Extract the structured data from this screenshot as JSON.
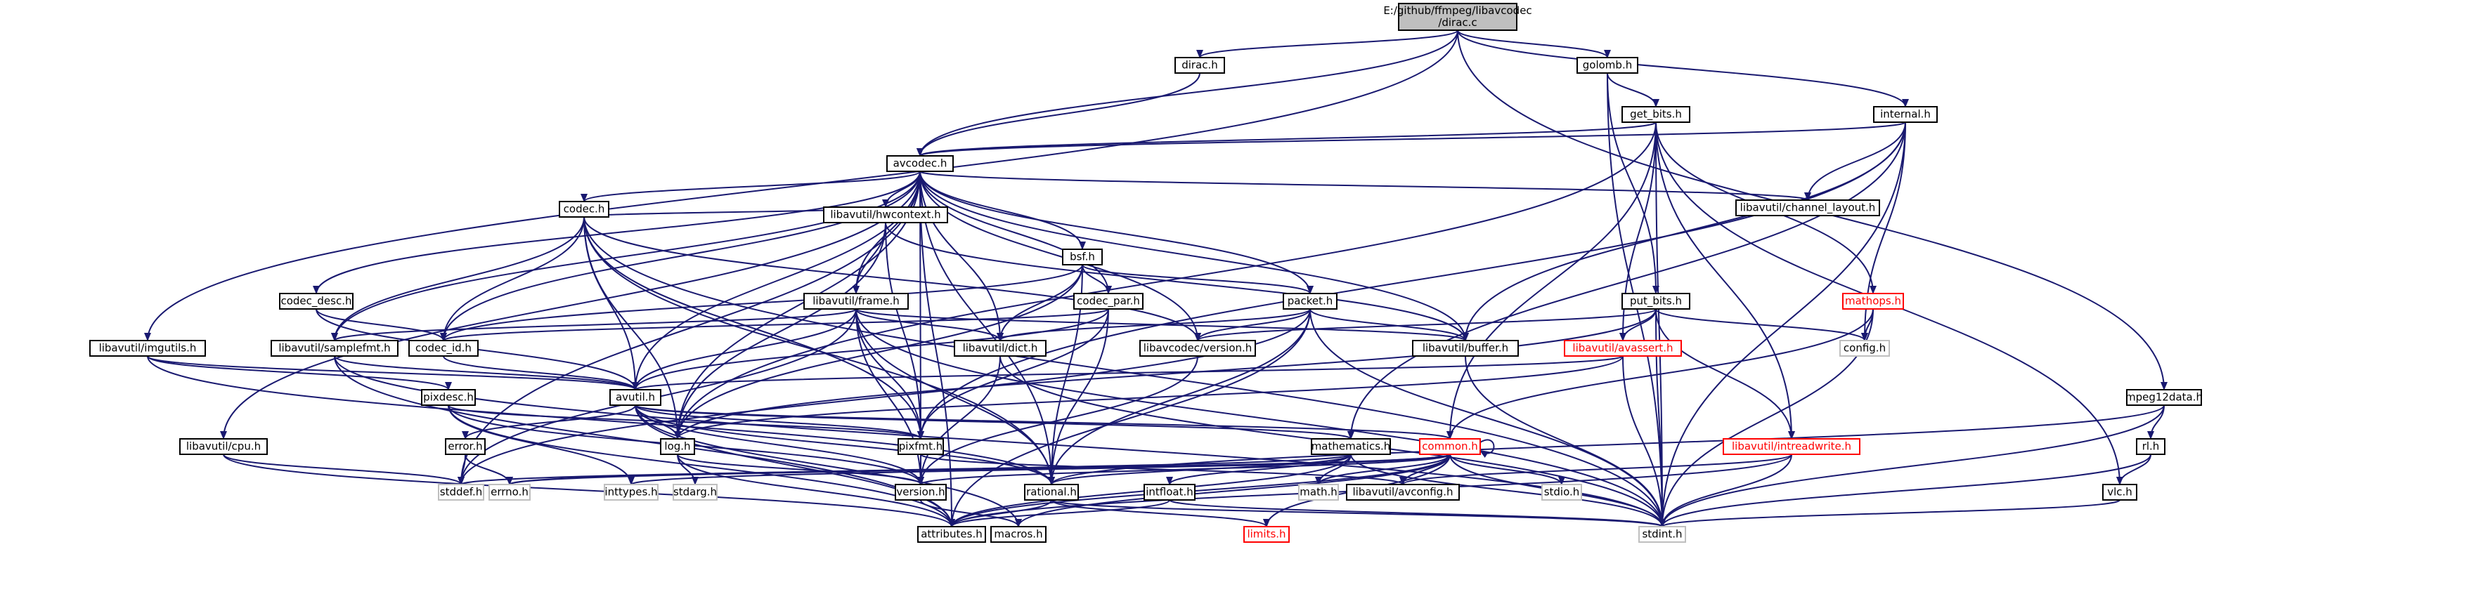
{
  "diagram": {
    "nodes": [
      {
        "id": "root",
        "label": [
          "E:/github/ffmpeg/libavcodec",
          "/dirac.c"
        ],
        "style": "root"
      },
      {
        "id": "dirac_h",
        "label": [
          "dirac.h"
        ],
        "style": "normal"
      },
      {
        "id": "golomb_h",
        "label": [
          "golomb.h"
        ],
        "style": "normal"
      },
      {
        "id": "internal_h",
        "label": [
          "internal.h"
        ],
        "style": "normal"
      },
      {
        "id": "get_bits_h",
        "label": [
          "get_bits.h"
        ],
        "style": "normal"
      },
      {
        "id": "avcodec_h",
        "label": [
          "avcodec.h"
        ],
        "style": "normal"
      },
      {
        "id": "codec_h",
        "label": [
          "codec.h"
        ],
        "style": "normal"
      },
      {
        "id": "hwcontext_h",
        "label": [
          "libavutil/hwcontext.h"
        ],
        "style": "normal"
      },
      {
        "id": "bsf_h",
        "label": [
          "bsf.h"
        ],
        "style": "normal"
      },
      {
        "id": "channel_layout_h",
        "label": [
          "libavutil/channel_layout.h"
        ],
        "style": "normal"
      },
      {
        "id": "codec_desc_h",
        "label": [
          "codec_desc.h"
        ],
        "style": "normal"
      },
      {
        "id": "frame_h",
        "label": [
          "libavutil/frame.h"
        ],
        "style": "normal"
      },
      {
        "id": "codec_par_h",
        "label": [
          "codec_par.h"
        ],
        "style": "normal"
      },
      {
        "id": "packet_h",
        "label": [
          "packet.h"
        ],
        "style": "normal"
      },
      {
        "id": "put_bits_h",
        "label": [
          "put_bits.h"
        ],
        "style": "normal"
      },
      {
        "id": "mathops_h",
        "label": [
          "mathops.h"
        ],
        "style": "trunc"
      },
      {
        "id": "imgutils_h",
        "label": [
          "libavutil/imgutils.h"
        ],
        "style": "normal"
      },
      {
        "id": "samplefmt_h",
        "label": [
          "libavutil/samplefmt.h"
        ],
        "style": "normal"
      },
      {
        "id": "codec_id_h",
        "label": [
          "codec_id.h"
        ],
        "style": "normal"
      },
      {
        "id": "dict_h",
        "label": [
          "libavutil/dict.h"
        ],
        "style": "normal"
      },
      {
        "id": "lavc_version_h",
        "label": [
          "libavcodec/version.h"
        ],
        "style": "normal"
      },
      {
        "id": "buffer_h",
        "label": [
          "libavutil/buffer.h"
        ],
        "style": "normal"
      },
      {
        "id": "avassert_h",
        "label": [
          "libavutil/avassert.h"
        ],
        "style": "trunc"
      },
      {
        "id": "config_h",
        "label": [
          "config.h"
        ],
        "style": "ext"
      },
      {
        "id": "avutil_h",
        "label": [
          "avutil.h"
        ],
        "style": "normal"
      },
      {
        "id": "pixdesc_h",
        "label": [
          "pixdesc.h"
        ],
        "style": "normal"
      },
      {
        "id": "mpeg12data_h",
        "label": [
          "mpeg12data.h"
        ],
        "style": "normal"
      },
      {
        "id": "cpu_h",
        "label": [
          "libavutil/cpu.h"
        ],
        "style": "normal"
      },
      {
        "id": "error_h",
        "label": [
          "error.h"
        ],
        "style": "normal"
      },
      {
        "id": "log_h",
        "label": [
          "log.h"
        ],
        "style": "normal"
      },
      {
        "id": "pixfmt_h",
        "label": [
          "pixfmt.h"
        ],
        "style": "normal"
      },
      {
        "id": "mathematics_h",
        "label": [
          "mathematics.h"
        ],
        "style": "normal"
      },
      {
        "id": "common_h",
        "label": [
          "common.h"
        ],
        "style": "trunc"
      },
      {
        "id": "intreadwrite_h",
        "label": [
          "libavutil/intreadwrite.h"
        ],
        "style": "trunc"
      },
      {
        "id": "rl_h",
        "label": [
          "rl.h"
        ],
        "style": "normal"
      },
      {
        "id": "stddef_h",
        "label": [
          "stddef.h"
        ],
        "style": "ext"
      },
      {
        "id": "errno_h",
        "label": [
          "errno.h"
        ],
        "style": "ext"
      },
      {
        "id": "inttypes_h",
        "label": [
          "inttypes.h"
        ],
        "style": "ext"
      },
      {
        "id": "stdarg_h",
        "label": [
          "stdarg.h"
        ],
        "style": "ext"
      },
      {
        "id": "version_h",
        "label": [
          "version.h"
        ],
        "style": "normal"
      },
      {
        "id": "rational_h",
        "label": [
          "rational.h"
        ],
        "style": "normal"
      },
      {
        "id": "intfloat_h",
        "label": [
          "intfloat.h"
        ],
        "style": "normal"
      },
      {
        "id": "math_h",
        "label": [
          "math.h"
        ],
        "style": "ext"
      },
      {
        "id": "avconfig_h",
        "label": [
          "libavutil/avconfig.h"
        ],
        "style": "normal"
      },
      {
        "id": "stdio_h",
        "label": [
          "stdio.h"
        ],
        "style": "ext"
      },
      {
        "id": "vlc_h",
        "label": [
          "vlc.h"
        ],
        "style": "normal"
      },
      {
        "id": "attributes_h",
        "label": [
          "attributes.h"
        ],
        "style": "normal"
      },
      {
        "id": "macros_h",
        "label": [
          "macros.h"
        ],
        "style": "normal"
      },
      {
        "id": "limits_h",
        "label": [
          "limits.h"
        ],
        "style": "trunc"
      },
      {
        "id": "stdint_h",
        "label": [
          "stdint.h"
        ],
        "style": "ext"
      }
    ],
    "edges": [
      [
        "root",
        "dirac_h"
      ],
      [
        "root",
        "golomb_h"
      ],
      [
        "root",
        "internal_h"
      ],
      [
        "root",
        "avcodec_h"
      ],
      [
        "root",
        "imgutils_h"
      ],
      [
        "root",
        "mpeg12data_h"
      ],
      [
        "dirac_h",
        "avcodec_h"
      ],
      [
        "golomb_h",
        "get_bits_h"
      ],
      [
        "golomb_h",
        "put_bits_h"
      ],
      [
        "golomb_h",
        "stdint_h"
      ],
      [
        "get_bits_h",
        "avcodec_h"
      ],
      [
        "get_bits_h",
        "mathops_h"
      ],
      [
        "get_bits_h",
        "vlc_h"
      ],
      [
        "get_bits_h",
        "intreadwrite_h"
      ],
      [
        "get_bits_h",
        "avassert_h"
      ],
      [
        "get_bits_h",
        "log_h"
      ],
      [
        "get_bits_h",
        "common_h"
      ],
      [
        "get_bits_h",
        "stdint_h"
      ],
      [
        "internal_h",
        "avcodec_h"
      ],
      [
        "internal_h",
        "channel_layout_h"
      ],
      [
        "internal_h",
        "buffer_h"
      ],
      [
        "internal_h",
        "config_h"
      ],
      [
        "internal_h",
        "mathematics_h"
      ],
      [
        "internal_h",
        "pixfmt_h"
      ],
      [
        "internal_h",
        "stdint_h"
      ],
      [
        "avcodec_h",
        "codec_h"
      ],
      [
        "avcodec_h",
        "hwcontext_h"
      ],
      [
        "avcodec_h",
        "bsf_h"
      ],
      [
        "avcodec_h",
        "channel_layout_h"
      ],
      [
        "avcodec_h",
        "codec_desc_h"
      ],
      [
        "avcodec_h",
        "frame_h"
      ],
      [
        "avcodec_h",
        "codec_par_h"
      ],
      [
        "avcodec_h",
        "packet_h"
      ],
      [
        "avcodec_h",
        "samplefmt_h"
      ],
      [
        "avcodec_h",
        "codec_id_h"
      ],
      [
        "avcodec_h",
        "dict_h"
      ],
      [
        "avcodec_h",
        "lavc_version_h"
      ],
      [
        "avcodec_h",
        "buffer_h"
      ],
      [
        "avcodec_h",
        "avutil_h"
      ],
      [
        "avcodec_h",
        "cpu_h"
      ],
      [
        "avcodec_h",
        "log_h"
      ],
      [
        "avcodec_h",
        "pixfmt_h"
      ],
      [
        "avcodec_h",
        "rational_h"
      ],
      [
        "avcodec_h",
        "attributes_h"
      ],
      [
        "avcodec_h",
        "stddef_h"
      ],
      [
        "codec_h",
        "hwcontext_h"
      ],
      [
        "codec_h",
        "samplefmt_h"
      ],
      [
        "codec_h",
        "codec_id_h"
      ],
      [
        "codec_h",
        "lavc_version_h"
      ],
      [
        "codec_h",
        "avutil_h"
      ],
      [
        "codec_h",
        "log_h"
      ],
      [
        "codec_h",
        "pixfmt_h"
      ],
      [
        "codec_h",
        "rational_h"
      ],
      [
        "codec_h",
        "stdint_h"
      ],
      [
        "hwcontext_h",
        "frame_h"
      ],
      [
        "hwcontext_h",
        "buffer_h"
      ],
      [
        "hwcontext_h",
        "log_h"
      ],
      [
        "hwcontext_h",
        "pixfmt_h"
      ],
      [
        "bsf_h",
        "codec_id_h"
      ],
      [
        "bsf_h",
        "codec_par_h"
      ],
      [
        "bsf_h",
        "packet_h"
      ],
      [
        "bsf_h",
        "dict_h"
      ],
      [
        "bsf_h",
        "log_h"
      ],
      [
        "bsf_h",
        "rational_h"
      ],
      [
        "codec_desc_h",
        "codec_id_h"
      ],
      [
        "codec_desc_h",
        "avutil_h"
      ],
      [
        "frame_h",
        "samplefmt_h"
      ],
      [
        "frame_h",
        "dict_h"
      ],
      [
        "frame_h",
        "buffer_h"
      ],
      [
        "frame_h",
        "avutil_h"
      ],
      [
        "frame_h",
        "pixfmt_h"
      ],
      [
        "frame_h",
        "rational_h"
      ],
      [
        "frame_h",
        "version_h"
      ],
      [
        "frame_h",
        "stddef_h"
      ],
      [
        "frame_h",
        "stdint_h"
      ],
      [
        "codec_par_h",
        "codec_id_h"
      ],
      [
        "codec_par_h",
        "avutil_h"
      ],
      [
        "codec_par_h",
        "pixfmt_h"
      ],
      [
        "codec_par_h",
        "rational_h"
      ],
      [
        "packet_h",
        "dict_h"
      ],
      [
        "packet_h",
        "lavc_version_h"
      ],
      [
        "packet_h",
        "buffer_h"
      ],
      [
        "packet_h",
        "attributes_h"
      ],
      [
        "packet_h",
        "rational_h"
      ],
      [
        "packet_h",
        "stddef_h"
      ],
      [
        "packet_h",
        "stdint_h"
      ],
      [
        "put_bits_h",
        "avassert_h"
      ],
      [
        "put_bits_h",
        "config_h"
      ],
      [
        "put_bits_h",
        "intreadwrite_h"
      ],
      [
        "put_bits_h",
        "lavc_version_h"
      ],
      [
        "put_bits_h",
        "stdint_h"
      ],
      [
        "put_bits_h",
        "log_h"
      ],
      [
        "mathops_h",
        "config_h"
      ],
      [
        "mathops_h",
        "common_h"
      ],
      [
        "mathops_h",
        "stdint_h"
      ],
      [
        "imgutils_h",
        "avutil_h"
      ],
      [
        "imgutils_h",
        "pixdesc_h"
      ],
      [
        "imgutils_h",
        "rational_h"
      ],
      [
        "samplefmt_h",
        "avutil_h"
      ],
      [
        "samplefmt_h",
        "attributes_h"
      ],
      [
        "samplefmt_h",
        "stdint_h"
      ],
      [
        "codec_id_h",
        "avutil_h"
      ],
      [
        "dict_h",
        "version_h"
      ],
      [
        "dict_h",
        "stdint_h"
      ],
      [
        "lavc_version_h",
        "version_h"
      ],
      [
        "buffer_h",
        "stdint_h"
      ],
      [
        "avassert_h",
        "avutil_h"
      ],
      [
        "avassert_h",
        "log_h"
      ],
      [
        "avassert_h",
        "stdint_h"
      ],
      [
        "avutil_h",
        "error_h"
      ],
      [
        "avutil_h",
        "log_h"
      ],
      [
        "avutil_h",
        "pixfmt_h"
      ],
      [
        "avutil_h",
        "mathematics_h"
      ],
      [
        "avutil_h",
        "common_h"
      ],
      [
        "avutil_h",
        "rational_h"
      ],
      [
        "avutil_h",
        "version_h"
      ],
      [
        "avutil_h",
        "macros_h"
      ],
      [
        "avutil_h",
        "attributes_h"
      ],
      [
        "pixdesc_h",
        "pixfmt_h"
      ],
      [
        "pixdesc_h",
        "version_h"
      ],
      [
        "pixdesc_h",
        "inttypes_h"
      ],
      [
        "pixdesc_h",
        "attributes_h"
      ],
      [
        "mpeg12data_h",
        "rl_h"
      ],
      [
        "mpeg12data_h",
        "rational_h"
      ],
      [
        "mpeg12data_h",
        "stdint_h"
      ],
      [
        "cpu_h",
        "stddef_h"
      ],
      [
        "cpu_h",
        "attributes_h"
      ],
      [
        "error_h",
        "errno_h"
      ],
      [
        "error_h",
        "stddef_h"
      ],
      [
        "log_h",
        "version_h"
      ],
      [
        "log_h",
        "stdarg_h"
      ],
      [
        "log_h",
        "attributes_h"
      ],
      [
        "pixfmt_h",
        "version_h"
      ],
      [
        "pixfmt_h",
        "avconfig_h"
      ],
      [
        "mathematics_h",
        "rational_h"
      ],
      [
        "mathematics_h",
        "intfloat_h"
      ],
      [
        "mathematics_h",
        "math_h"
      ],
      [
        "mathematics_h",
        "stdint_h"
      ],
      [
        "mathematics_h",
        "attributes_h"
      ],
      [
        "mathematics_h",
        "errno_h"
      ],
      [
        "common_h",
        "common_h"
      ],
      [
        "common_h",
        "math_h"
      ],
      [
        "common_h",
        "avconfig_h"
      ],
      [
        "common_h",
        "stdio_h"
      ],
      [
        "common_h",
        "limits_h"
      ],
      [
        "common_h",
        "stdint_h"
      ],
      [
        "common_h",
        "attributes_h"
      ],
      [
        "common_h",
        "version_h"
      ],
      [
        "common_h",
        "macros_h"
      ],
      [
        "common_h",
        "inttypes_h"
      ],
      [
        "common_h",
        "stddef_h"
      ],
      [
        "common_h",
        "errno_h"
      ],
      [
        "intreadwrite_h",
        "avconfig_h"
      ],
      [
        "intreadwrite_h",
        "stdint_h"
      ],
      [
        "intreadwrite_h",
        "attributes_h"
      ],
      [
        "rl_h",
        "vlc_h"
      ],
      [
        "rl_h",
        "stdint_h"
      ],
      [
        "version_h",
        "macros_h"
      ],
      [
        "rational_h",
        "attributes_h"
      ],
      [
        "rational_h",
        "limits_h"
      ],
      [
        "rational_h",
        "stdint_h"
      ],
      [
        "intfloat_h",
        "attributes_h"
      ],
      [
        "intfloat_h",
        "stdint_h"
      ],
      [
        "vlc_h",
        "stdint_h"
      ]
    ]
  }
}
